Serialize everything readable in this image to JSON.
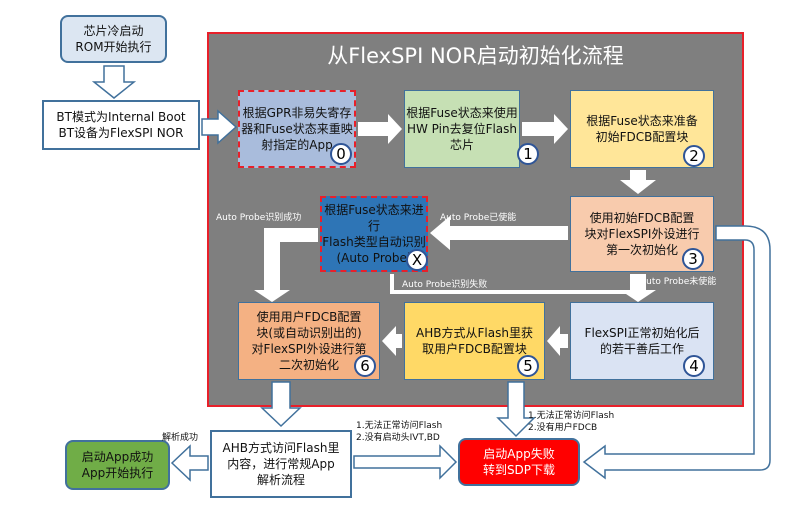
{
  "title": "从FlexSPI NOR启动初始化流程",
  "nodes": {
    "start": "芯片冷启动\nROM开始执行",
    "bt": "BT模式为Internal Boot\nBT设备为FlexSPI NOR",
    "step0": {
      "text": "根据GPR非易失寄存\n器和Fuse状态来重映\n射指定的App",
      "num": "0"
    },
    "step1": {
      "text": "根据Fuse状态来使用\nHW Pin去复位Flash\n芯片",
      "num": "1"
    },
    "step2": {
      "text": "根据Fuse状态来准备\n初始FDCB配置块",
      "num": "2"
    },
    "step3": {
      "text": "使用初始FDCB配置\n块对FlexSPI外设进行\n第一次初始化",
      "num": "3"
    },
    "stepX": {
      "text": "根据Fuse状态来进行\nFlash类型自动识别\n(Auto Probe)",
      "num": "X"
    },
    "step4": {
      "text": "FlexSPI正常初始化后\n的若干善后工作",
      "num": "4"
    },
    "step5": {
      "text": "AHB方式从Flash里获\n取用户FDCB配置块",
      "num": "5"
    },
    "step6": {
      "text": "使用用户FDCB配置\n块(或自动识别出的)\n对FlexSPI外设进行第\n二次初始化",
      "num": "6"
    },
    "parse": "AHB方式访问Flash里\n内容，进行常规App\n解析流程",
    "fail": "启动App失败\n转到SDP下载",
    "success": "启动App成功\nApp开始执行"
  },
  "labels": {
    "probe_success": "Auto Probe识别成功",
    "probe_enabled": "Auto Probe已使能",
    "probe_fail": "Auto Probe识别失败",
    "probe_disabled": "Auto Probe未使能",
    "parse_success": "解析成功",
    "fail_reason_a": "1.无法正常访问Flash\n2.没有启动头IVT,BD",
    "fail_reason_b": "1.无法正常访问Flash\n2.没有用户FDCB"
  },
  "colors": {
    "panel": "#7f7f7f",
    "panel_border": "#e8202a",
    "fail": "#ff0000",
    "success": "#70ad47"
  }
}
